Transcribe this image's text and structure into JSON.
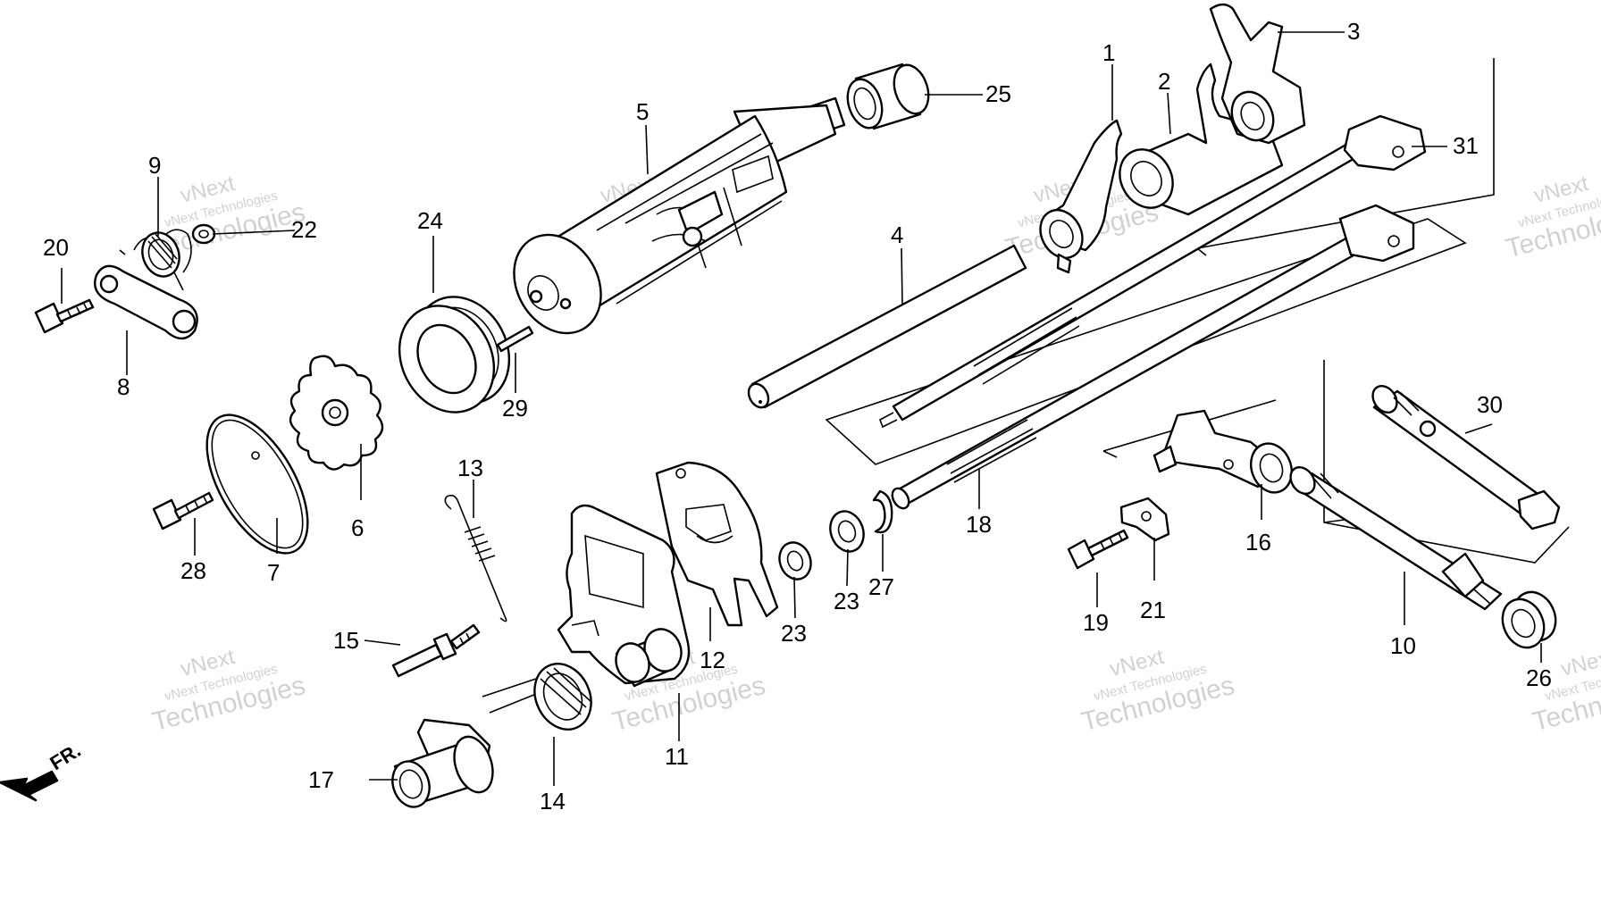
{
  "diagram": {
    "direction_label": "FR.",
    "watermark": {
      "line1": "vNext",
      "line2": "vNext Technologies",
      "line3": "Technologies"
    },
    "callouts": [
      "1",
      "2",
      "3",
      "4",
      "5",
      "6",
      "7",
      "8",
      "9",
      "10",
      "11",
      "12",
      "13",
      "14",
      "15",
      "16",
      "17",
      "18",
      "19",
      "20",
      "21",
      "22",
      "23",
      "23",
      "24",
      "25",
      "26",
      "27",
      "28",
      "29",
      "30",
      "31"
    ]
  }
}
